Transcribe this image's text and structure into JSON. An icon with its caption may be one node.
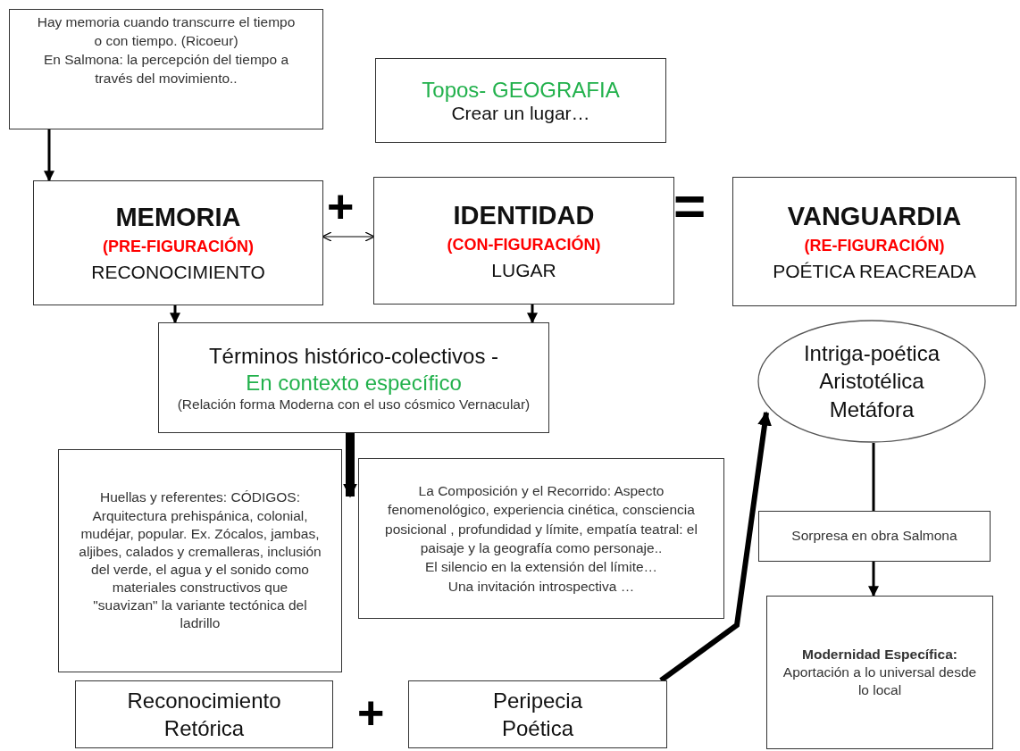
{
  "diagram": {
    "nodes": [
      {
        "text": [
          "Hay memoria cuando transcurre el tiempo o con tiempo. (Ricoeur)",
          "En Salmona: la percepción del tiempo a través del movimiento.."
        ]
      },
      {
        "text": [
          "Topos- GEOGRAFIA",
          "Crear un lugar…"
        ]
      },
      {
        "text": [
          "MEMORIA",
          "(PRE-FIGURACIÓN)",
          "RECONOCIMIENTO"
        ]
      },
      {
        "text": [
          "IDENTIDAD",
          "(CON-FIGURACIÓN)",
          "LUGAR"
        ]
      },
      {
        "text": [
          "VANGUARDIA",
          "(RE-FIGURACIÓN)",
          "POÉTICA REACREADA"
        ]
      },
      {
        "text": [
          "Términos histórico-colectivos -",
          "En contexto específico",
          "(Relación forma Moderna con el uso cósmico Vernacular)"
        ]
      },
      {
        "text": [
          "Intriga-poética Aristotélica Metáfora"
        ]
      },
      {
        "text": [
          "Huellas y referentes: CÓDIGOS: Arquitectura prehispánica, colonial, mudéjar, popular. Ex. Zócalos, jambas, aljibes, calados y cremalleras, inclusión del verde, el agua y el sonido como materiales constructivos que \"suavizan\" la variante tectónica del ladrillo"
        ]
      },
      {
        "text": [
          "La Composición y el Recorrido: Aspecto fenomenológico, experiencia cinética, consciencia posicional , profundidad y límite, empatía teatral:  el paisaje y  la geografía como personaje..",
          "El silencio en la extensión del límite…",
          "Una invitación introspectiva …"
        ]
      },
      {
        "text": [
          "Sorpresa en obra Salmona"
        ]
      },
      {
        "text": [
          "**Modernidad Específica:** Aportación a lo universal desde lo local"
        ]
      },
      {
        "text": [
          "Reconocimiento Retórica"
        ]
      },
      {
        "text": [
          "Peripecia Poética"
        ]
      }
    ],
    "edges": [
      {
        "from": 0,
        "to": 2,
        "arrow": "to"
      },
      {
        "from": 2,
        "to": 3,
        "arrow": "both"
      },
      {
        "from": 2,
        "to": 5,
        "arrow": "to"
      },
      {
        "from": 3,
        "to": 5,
        "arrow": "to"
      },
      {
        "from": 5,
        "to": 8,
        "arrow": "to",
        "style": "thick"
      },
      {
        "from": 12,
        "to": 6,
        "arrow": "to",
        "style": "thick"
      },
      {
        "from": 6,
        "to": 9,
        "arrow": "none"
      },
      {
        "from": 9,
        "to": 10,
        "arrow": "to"
      }
    ],
    "labels": [
      "+",
      "=",
      "+"
    ]
  }
}
